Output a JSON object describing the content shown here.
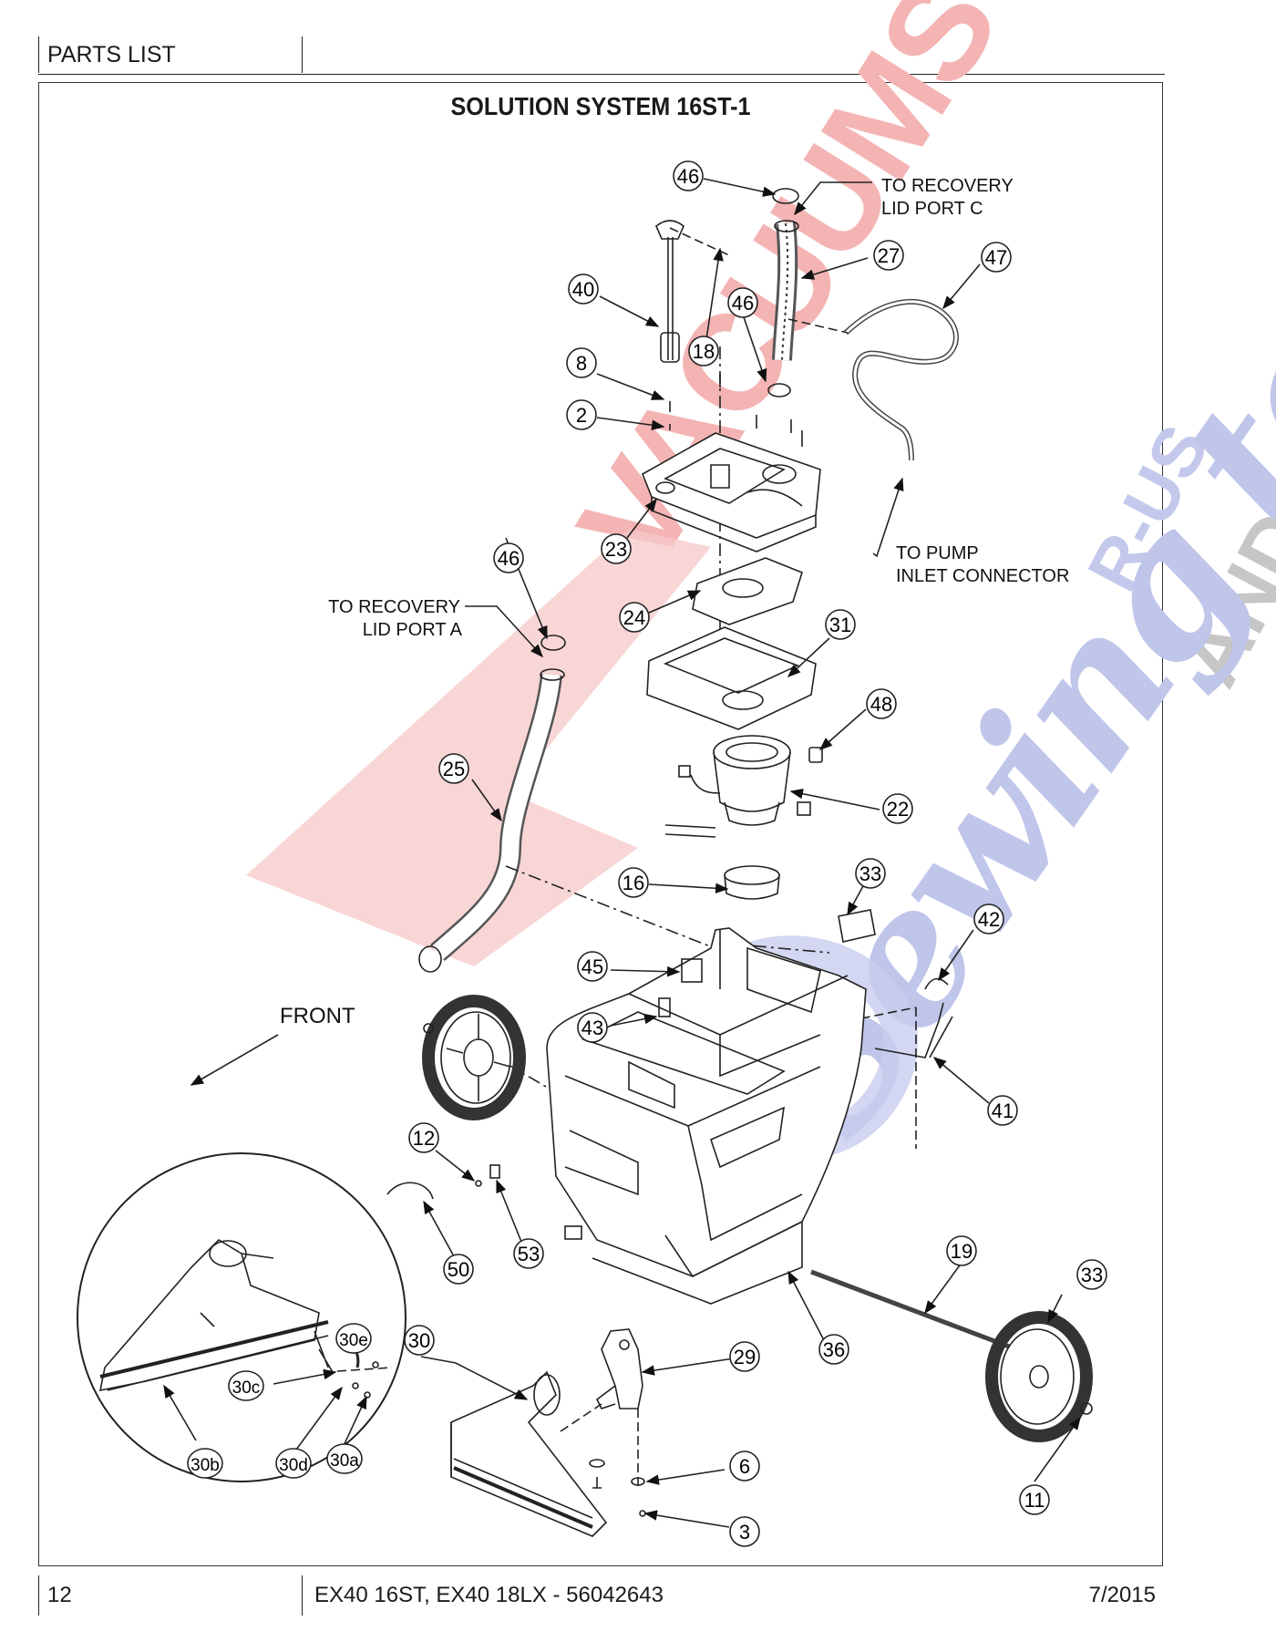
{
  "header": {
    "section": "PARTS LIST"
  },
  "title": "SOLUTION SYSTEM 16ST-1",
  "notes": {
    "to_recovery_c_1": "TO RECOVERY",
    "to_recovery_c_2": "LID PORT C",
    "to_pump_1": "TO PUMP",
    "to_pump_2": "INLET CONNECTOR",
    "to_recovery_a_1": "TO RECOVERY",
    "to_recovery_a_2": "LID PORT A",
    "front": "FRONT"
  },
  "callouts": [
    "46",
    "27",
    "47",
    "40",
    "18",
    "46",
    "8",
    "2",
    "23",
    "46",
    "24",
    "31",
    "48",
    "25",
    "22",
    "16",
    "33",
    "42",
    "45",
    "43",
    "41",
    "12",
    "53",
    "50",
    "19",
    "33",
    "36",
    "30",
    "29",
    "30e",
    "30c",
    "30d",
    "30a",
    "30b",
    "6",
    "3",
    "11"
  ],
  "watermark": {
    "line1": "VACUUMS",
    "line2": "R-US",
    "line3": "AND",
    "line4": "Sewing too",
    "colors": {
      "red": "#f3b0b0",
      "grey": "#c9c9c9",
      "blue": "#b9bfe6"
    }
  },
  "footer": {
    "page": "12",
    "model": "EX40 16ST, EX40 18LX - 56042643",
    "date": "7/2015"
  }
}
